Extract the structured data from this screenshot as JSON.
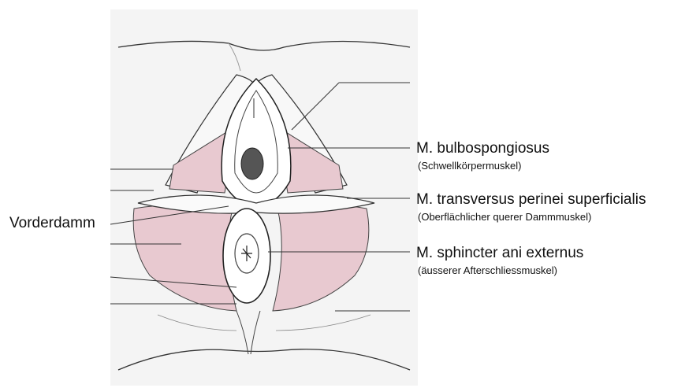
{
  "labels": {
    "vorderdamm": "Vorderdamm",
    "bulbospongiosus": "M. bulbospongiosus",
    "bulbospongiosus_sub": "(Schwellkörpermuskel)",
    "transversus": "M. transversus perinei superficialis",
    "transversus_sub": "(Oberflächlicher querer Dammmuskel)",
    "sphincter": "M. sphincter ani externus",
    "sphincter_sub": "(äusserer Afterschliessmuskel)"
  },
  "colors": {
    "muscle_fill": "#e8c9d0",
    "line": "#222222",
    "background_panel": "#f4f4f4"
  }
}
